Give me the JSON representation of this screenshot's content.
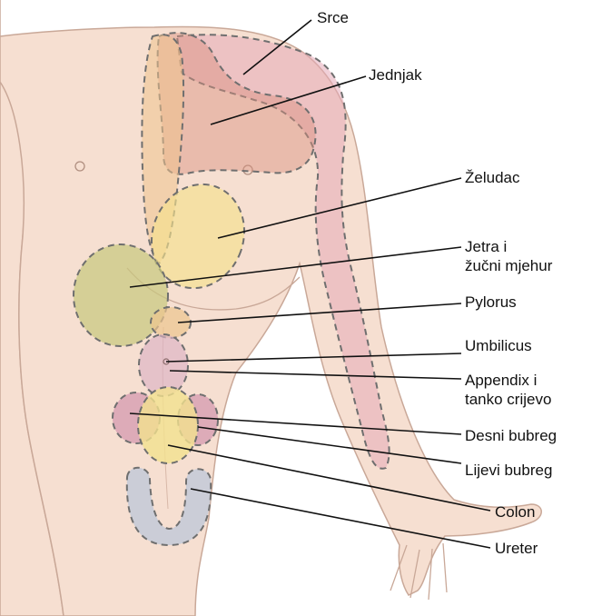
{
  "labels": {
    "srce": "Srce",
    "jednjak": "Jednjak",
    "zeludac": "Želudac",
    "jetra_line1": "Jetra i",
    "jetra_line2": "žučni mjehur",
    "pylorus": "Pylorus",
    "umbilicus": "Umbilicus",
    "appendix_line1": "Appendix i",
    "appendix_line2": "tanko crijevo",
    "desni_bubreg": "Desni bubreg",
    "lijevi_bubreg": "Lijevi bubreg",
    "colon": "Colon",
    "ureter": "Ureter"
  },
  "colors": {
    "skin": "#f6dfd1",
    "skin_outline": "#c9a898",
    "heart": "#e6a9b8",
    "esophagus": "#d9907e",
    "stomach": "#f4e08e",
    "liver": "#c8c77d",
    "pylorus": "#ecc48e",
    "umbilicus": "#dcb2c5",
    "kidney": "#cf8fab",
    "colon": "#f2e18f",
    "ureter": "#c7cbd7"
  }
}
